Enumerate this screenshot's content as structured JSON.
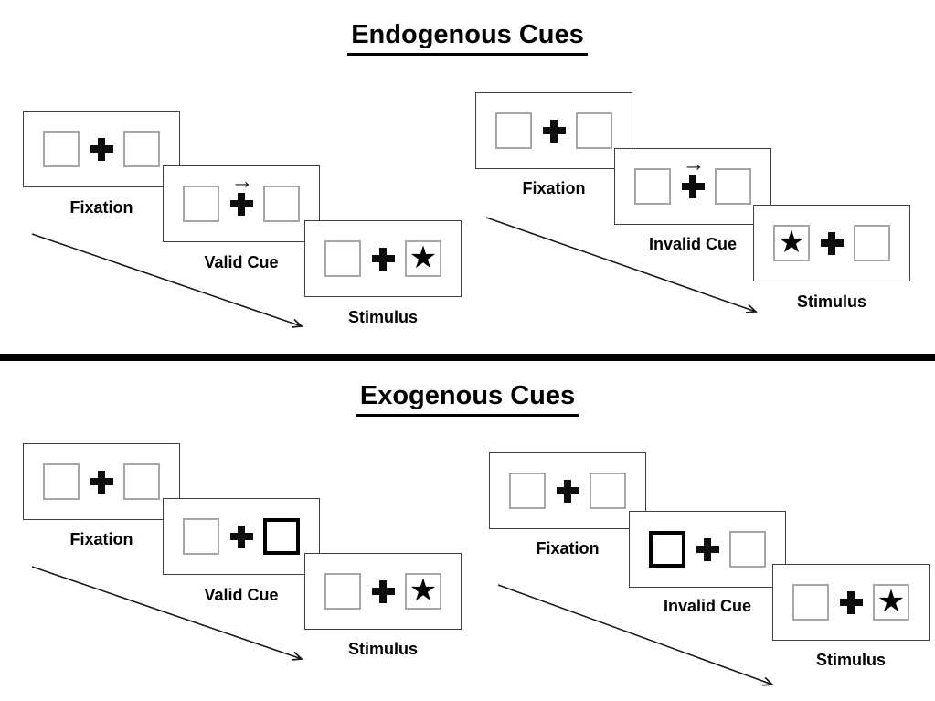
{
  "page": {
    "background": "#ffffff",
    "divider_color": "#000000",
    "text_color": "#000000"
  },
  "colors": {
    "panel_border": "#3f3f3f",
    "placeholder_box_border": "#a6a6a6",
    "bold_cue_box_border": "#000000",
    "arrow": "#1a1a1a"
  },
  "glyphs": {
    "star": "★",
    "cue_arrow": "→"
  },
  "sections": [
    {
      "title": "Endogenous Cues",
      "trials": [
        {
          "name": "valid-cue-trial",
          "panels": [
            {
              "label": "Fixation",
              "left_box": "empty",
              "center": "fixation-cross",
              "right_box": "empty"
            },
            {
              "label": "Valid Cue",
              "left_box": "empty",
              "center": "fixation-cross with right-arrow above",
              "right_box": "empty"
            },
            {
              "label": "Stimulus",
              "left_box": "empty",
              "center": "fixation-cross",
              "right_box": "star"
            }
          ]
        },
        {
          "name": "invalid-cue-trial",
          "panels": [
            {
              "label": "Fixation",
              "left_box": "empty",
              "center": "fixation-cross",
              "right_box": "empty"
            },
            {
              "label": "Invalid Cue",
              "left_box": "empty",
              "center": "fixation-cross with right-arrow above",
              "right_box": "empty"
            },
            {
              "label": "Stimulus",
              "left_box": "star",
              "center": "fixation-cross",
              "right_box": "empty"
            }
          ]
        }
      ]
    },
    {
      "title": "Exogenous Cues",
      "trials": [
        {
          "name": "valid-cue-trial",
          "panels": [
            {
              "label": "Fixation",
              "left_box": "empty",
              "center": "fixation-cross",
              "right_box": "empty"
            },
            {
              "label": "Valid Cue",
              "left_box": "empty",
              "center": "fixation-cross",
              "right_box": "bold-outline"
            },
            {
              "label": "Stimulus",
              "left_box": "empty",
              "center": "fixation-cross",
              "right_box": "star"
            }
          ]
        },
        {
          "name": "invalid-cue-trial",
          "panels": [
            {
              "label": "Fixation",
              "left_box": "empty",
              "center": "fixation-cross",
              "right_box": "empty"
            },
            {
              "label": "Invalid Cue",
              "left_box": "bold-outline",
              "center": "fixation-cross",
              "right_box": "empty"
            },
            {
              "label": "Stimulus",
              "left_box": "empty",
              "center": "fixation-cross",
              "right_box": "star"
            }
          ]
        }
      ]
    }
  ]
}
